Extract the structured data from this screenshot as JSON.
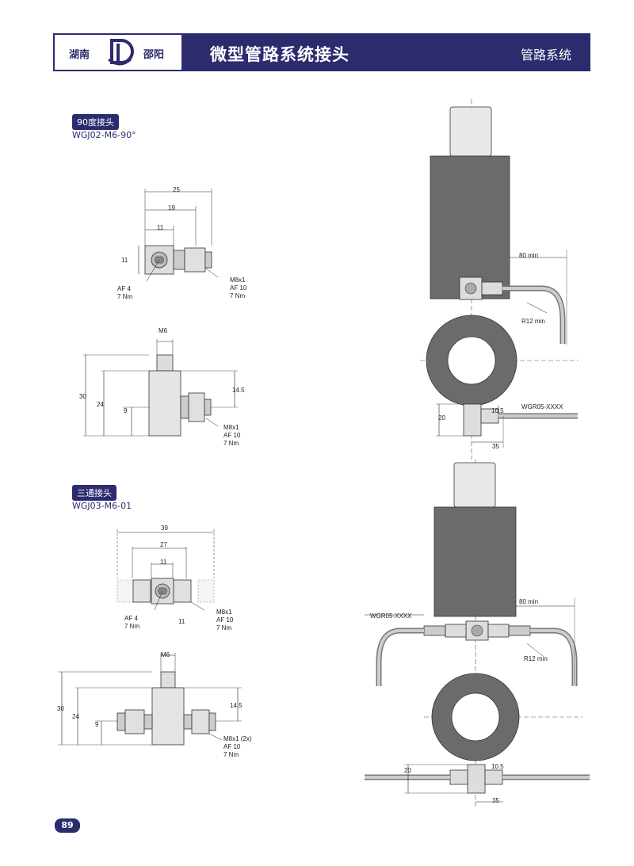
{
  "header": {
    "logo_left": "湖南",
    "logo_right": "邵阳",
    "title": "微型管路系统接头",
    "category": "管路系统"
  },
  "section1": {
    "tag": "90度接头",
    "code": "WGJ02-M6-90°",
    "dims": {
      "d25": "25",
      "d19": "19",
      "d11a": "11",
      "d11b": "11",
      "af4": "AF 4",
      "nm7a": "7 Nm",
      "m8x1": "M8x1",
      "af10": "AF 10",
      "nm7b": "7 Nm",
      "m6": "M6",
      "d30": "30",
      "d24": "24",
      "d9": "9",
      "d14_5": "14.5",
      "m8x1_b": "M8x1",
      "af10_b": "AF 10",
      "nm7_c": "7 Nm"
    }
  },
  "section2": {
    "tag": "三通接头",
    "code": "WGJ03-M6-01",
    "dims": {
      "d39": "39",
      "d27": "27",
      "d11": "11",
      "d11b": "11",
      "af4": "AF 4",
      "nm7a": "7 Nm",
      "m8x1": "M8x1",
      "af10": "AF 10",
      "nm7b": "7 Nm",
      "m6": "M6",
      "d30": "30",
      "d24": "24",
      "d9": "9",
      "d14_5": "14.5",
      "m8x1_2x": "M8x1 (2x)",
      "af10_b": "AF 10",
      "nm7_c": "7 Nm"
    }
  },
  "right_top": {
    "d80": "80 min",
    "r12": "R12 min",
    "wgr": "WGR05-XXXX",
    "d10_5": "10.5",
    "d20": "20",
    "d35": "35"
  },
  "right_bottom": {
    "wgr": "WGR05-XXXX",
    "d80": "80 min",
    "r12": "R12 min",
    "d20": "20",
    "d10_5": "10.5",
    "d35": "35"
  },
  "page_number": "89",
  "colors": {
    "brand": "#2b2b6e"
  }
}
